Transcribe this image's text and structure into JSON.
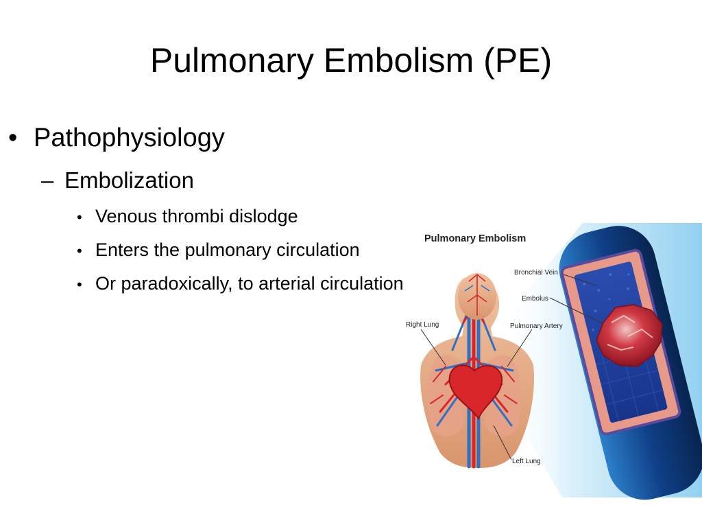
{
  "slide": {
    "title": "Pulmonary Embolism (PE)",
    "bullets": {
      "l1": {
        "marker": "•",
        "text": "Pathophysiology"
      },
      "l2": {
        "marker": "–",
        "text": "Embolization"
      },
      "l3": [
        {
          "marker": "•",
          "text": "Venous thrombi dislodge"
        },
        {
          "marker": "•",
          "text": "Enters the pulmonary circulation"
        },
        {
          "marker": "•",
          "text": "Or paradoxically, to arterial circulation"
        }
      ]
    }
  },
  "figure": {
    "title": "Pulmonary Embolism",
    "labels": {
      "bronchial_vein": "Bronchial Vein",
      "embolus": "Embolus",
      "pulmonary_artery": "Pulmonary Artery",
      "right_lung": "Right Lung",
      "left_lung": "Left Lung"
    },
    "colors": {
      "skin": "#e8b08c",
      "artery": "#d8262a",
      "vein": "#2f6fc4",
      "vessel_wall": "#e79a8a",
      "vessel_outer": "#123f7e",
      "lumen": "#1d3f99",
      "clot": "#c52a35",
      "beam": "#bfe6f7"
    }
  }
}
